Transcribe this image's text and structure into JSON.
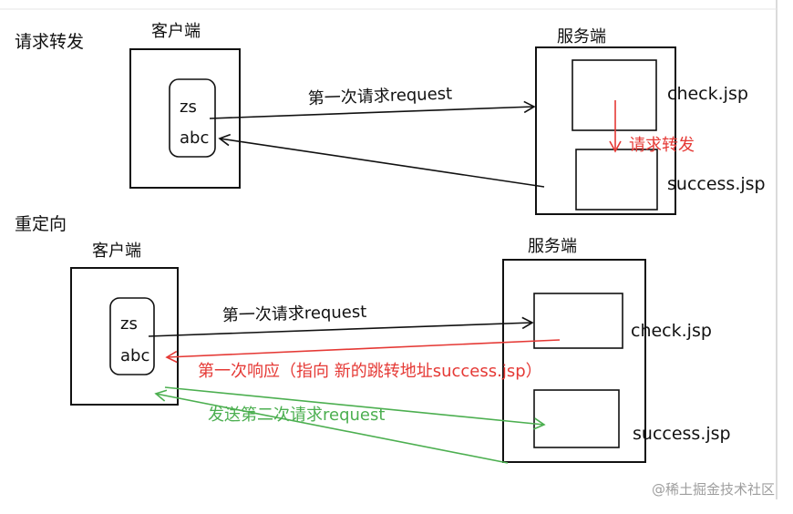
{
  "forward": {
    "section_label": "请求转发",
    "client_title": "客户端",
    "server_title": "服务端",
    "user_field": "zs",
    "pass_field": "abc",
    "request_label": "第一次请求request",
    "check_page": "check.jsp",
    "success_page": "success.jsp",
    "forward_label": "请求转发"
  },
  "redirect": {
    "section_label": "重定向",
    "client_title": "客户端",
    "server_title": "服务端",
    "user_field": "zs",
    "pass_field": "abc",
    "request_label": "第一次请求request",
    "response_label": "第一次响应（指向 新的跳转地址success.jsp）",
    "second_request_label": "发送第二次请求request",
    "check_page": "check.jsp",
    "success_page": "success.jsp"
  },
  "watermark": "@稀土掘金技术社区",
  "colors": {
    "ink": "#111111",
    "red": "#e53935",
    "green": "#4caf50",
    "watermark": "#9e9e9e"
  }
}
